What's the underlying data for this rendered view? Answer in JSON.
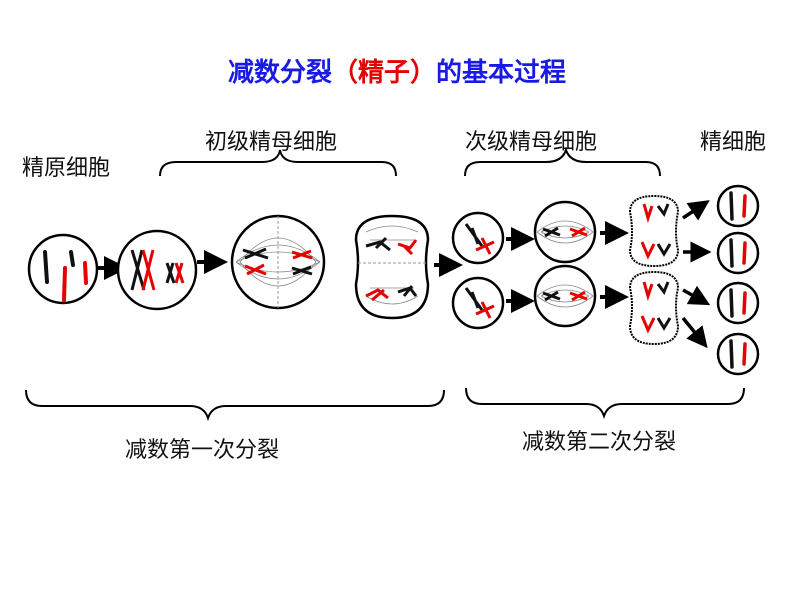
{
  "title": {
    "part1": "减数分裂",
    "part2": "（精子）",
    "part3": "的基本过程"
  },
  "labels": {
    "spermatogonium": "精原细胞",
    "primary_spermatocyte": "初级精母细胞",
    "secondary_spermatocyte": "次级精母细胞",
    "spermatid": "精细胞",
    "meiosis_1": "减数第一次分裂",
    "meiosis_2": "减数第二次分裂"
  },
  "colors": {
    "title_blue": "#1a1ae6",
    "title_red": "#e60000",
    "chromosome_red": "#e60000",
    "chromosome_black": "#111111"
  }
}
